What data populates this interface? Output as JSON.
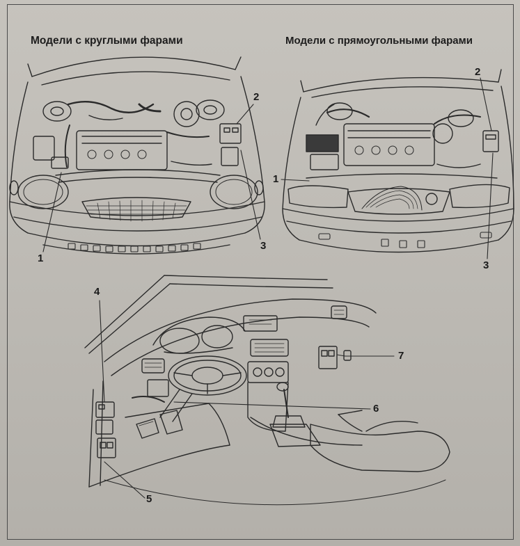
{
  "headings": {
    "round_headlights": "Модели с круглыми фарами",
    "rect_headlights": "Модели с прямоугольными фарами"
  },
  "callouts": {
    "round": {
      "c1": "1",
      "c2": "2",
      "c3": "3"
    },
    "rect": {
      "c1": "1",
      "c2": "2",
      "c3": "3"
    },
    "interior": {
      "c4": "4",
      "c5": "5",
      "c6": "6",
      "c7": "7"
    }
  },
  "colors": {
    "paper": "#c2bfb9",
    "ink": "#2a2a2a"
  }
}
